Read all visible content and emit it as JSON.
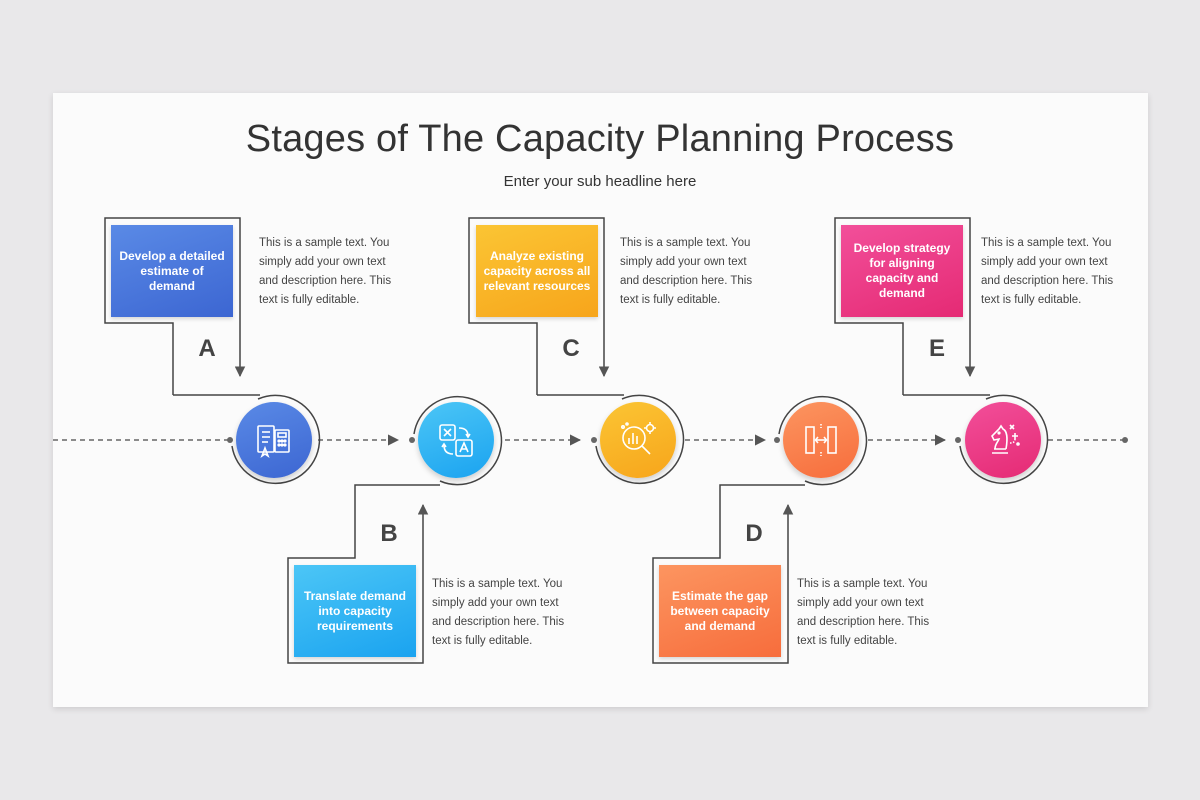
{
  "header": {
    "title": "Stages of The Capacity Planning Process",
    "subtitle": "Enter your sub headline here"
  },
  "stages": [
    {
      "letter": "A",
      "label": "Develop a detailed estimate of demand",
      "description": "This is a sample text. You simply add your own text and description here. This text is fully editable.",
      "color": "#4a79dc",
      "icon": "calculator-document-icon"
    },
    {
      "letter": "B",
      "label": "Translate demand into capacity requirements",
      "description": "This is a sample text. You simply add your own text and description here. This text is fully editable.",
      "color": "#2ab3f3",
      "icon": "translate-icon"
    },
    {
      "letter": "C",
      "label": "Analyze existing capacity across all relevant resources",
      "description": "This is a sample text. You simply add your own text and description here. This text is fully editable.",
      "color": "#f9b425",
      "icon": "analysis-magnifier-icon"
    },
    {
      "letter": "D",
      "label": "Estimate the gap between capacity and demand",
      "description": "This is a sample text. You simply add your own text and description here. This text is fully editable.",
      "color": "#fa7f48",
      "icon": "gap-arrows-icon"
    },
    {
      "letter": "E",
      "label": "Develop strategy for aligning capacity and demand",
      "description": "This is a sample text. You simply add your own text and description here. This text is fully editable.",
      "color": "#ee3c86",
      "icon": "chess-strategy-icon"
    }
  ]
}
